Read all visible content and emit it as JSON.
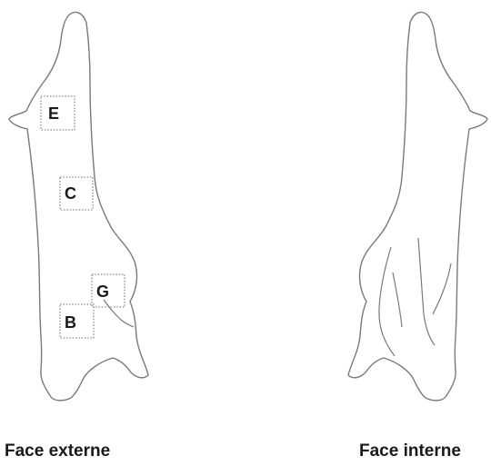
{
  "diagram": {
    "external_view": {
      "caption": "Face externe",
      "zones": [
        {
          "id": "E",
          "label": "E"
        },
        {
          "id": "C",
          "label": "C"
        },
        {
          "id": "G",
          "label": "G"
        },
        {
          "id": "B",
          "label": "B"
        }
      ]
    },
    "internal_view": {
      "caption": "Face interne"
    }
  },
  "colors": {
    "outline": "#7a7a7a",
    "zone_border": "#8a8a8a",
    "text": "#1a1a1a"
  }
}
